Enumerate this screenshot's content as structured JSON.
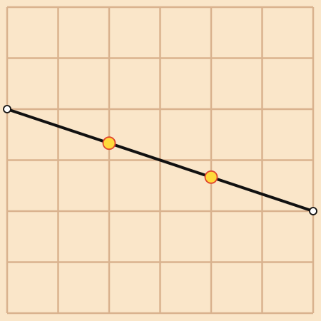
{
  "board": {
    "cols": 6,
    "rows": 6,
    "colors": {
      "background": "#FAE6C9",
      "grid_line": "#D9B28E",
      "segment": "#111111",
      "endpoint_fill": "#FFFFFF",
      "endpoint_stroke": "#111111",
      "point_fill": "#FFD93B",
      "point_stroke": "#E0452E"
    }
  },
  "segment": {
    "start": {
      "col": 0,
      "row": 2
    },
    "end": {
      "col": 6,
      "row": 4
    }
  },
  "points": [
    {
      "id": "point-1",
      "col": 2,
      "row": 2.667
    },
    {
      "id": "point-2",
      "col": 4,
      "row": 3.333
    }
  ]
}
